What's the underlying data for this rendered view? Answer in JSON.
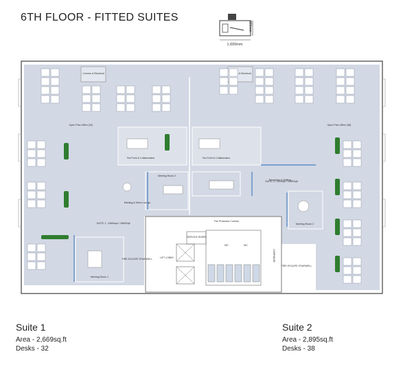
{
  "title": "6TH FLOOR - FITTED SUITES",
  "desk_dims": {
    "width_label": "1,600mm",
    "depth_label": "800mm"
  },
  "plan": {
    "labels": {
      "comms1": "Comms & Electrical",
      "comms2": "Comms & Electrical",
      "openplan1": "Open Plan Office (32)",
      "openplan2": "Open Plan Office (38)",
      "collab1": "Tea Point & Collaboration",
      "collab2": "Tea Point & Collaboration",
      "meeting1": "Meeting Room 1",
      "meeting2a": "Meeting Room 2",
      "meeting2b": "Meeting Room 2",
      "meeting_lounge": "Meeting & Work Lounge",
      "reception": "Reception & Waiting",
      "suite1_area": "SUITE 1 - 2469sqm / 2669Sqft",
      "suite2_area": "SUITE 2 - 269Sqm / 2895Sqft",
      "corridor": "Fire Protected Corridor",
      "fire_escape1": "FIRE ESCAPE STAIRWELL",
      "fire_escape2": "FIRE ESCAPE STAIRWELL",
      "lift_lobby": "LIFT LOBBY",
      "service_riser": "SERVICE RISER",
      "wc1": "WC",
      "wc2": "WC",
      "corridor_side": "CORRIDOR"
    }
  },
  "suite1": {
    "name": "Suite 1",
    "area": "Area - 2,669sq.ft",
    "desks": "Desks - 32"
  },
  "suite2": {
    "name": "Suite 2",
    "area": "Area - 2,895sq.ft",
    "desks": "Desks - 38"
  }
}
